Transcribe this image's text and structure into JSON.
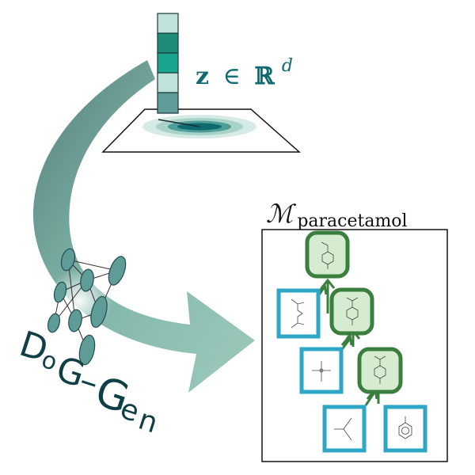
{
  "latent": {
    "z_symbol": "z",
    "in_symbol": "∈",
    "space_symbol": "ℝ",
    "dim_symbol": "d"
  },
  "panel": {
    "set_symbol": "ℳ",
    "subscript": "paracetamol"
  },
  "brand": {
    "name": "DoG-Gen",
    "letters": [
      "D",
      "o",
      "G",
      "–",
      "G",
      "e",
      "n"
    ]
  },
  "colors": {
    "teal_dark": "#0f6a70",
    "teal_mid": "#5fa39e",
    "teal_light": "#93c4b9",
    "teal_bright": "#1aa58e",
    "node_fill": "#5f9c98",
    "green_border": "#3a7f3e",
    "green_fill": "#d6ecd0",
    "blue_border": "#2ea6c6"
  }
}
